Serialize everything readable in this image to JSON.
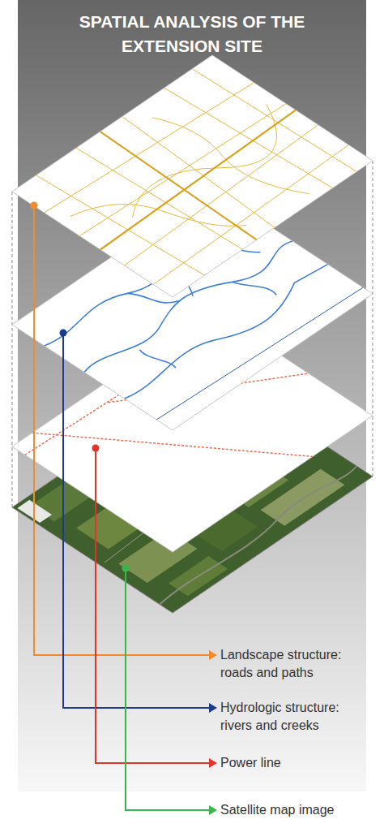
{
  "diagram": {
    "title": "SPATIAL ANALYSIS OF THE EXTENSION SITE",
    "labels": [
      "Landscape structure: roads and paths",
      "Hydrologic structure: rivers and creeks",
      "Power line",
      "Satellite map image"
    ]
  }
}
